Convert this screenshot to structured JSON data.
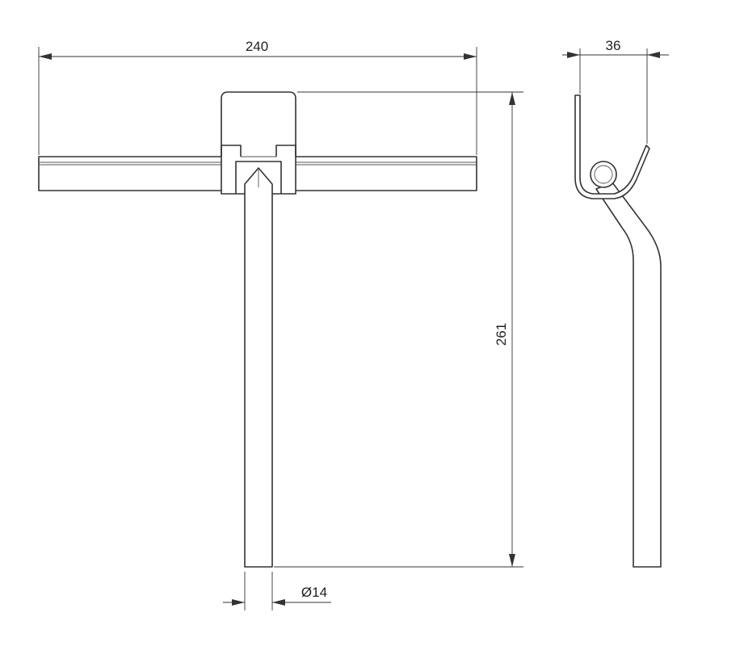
{
  "dimensions": {
    "width": "240",
    "depth": "36",
    "height": "261",
    "handle_diameter": "Ø14"
  },
  "colors": {
    "line": "#333333",
    "background": "#ffffff"
  }
}
